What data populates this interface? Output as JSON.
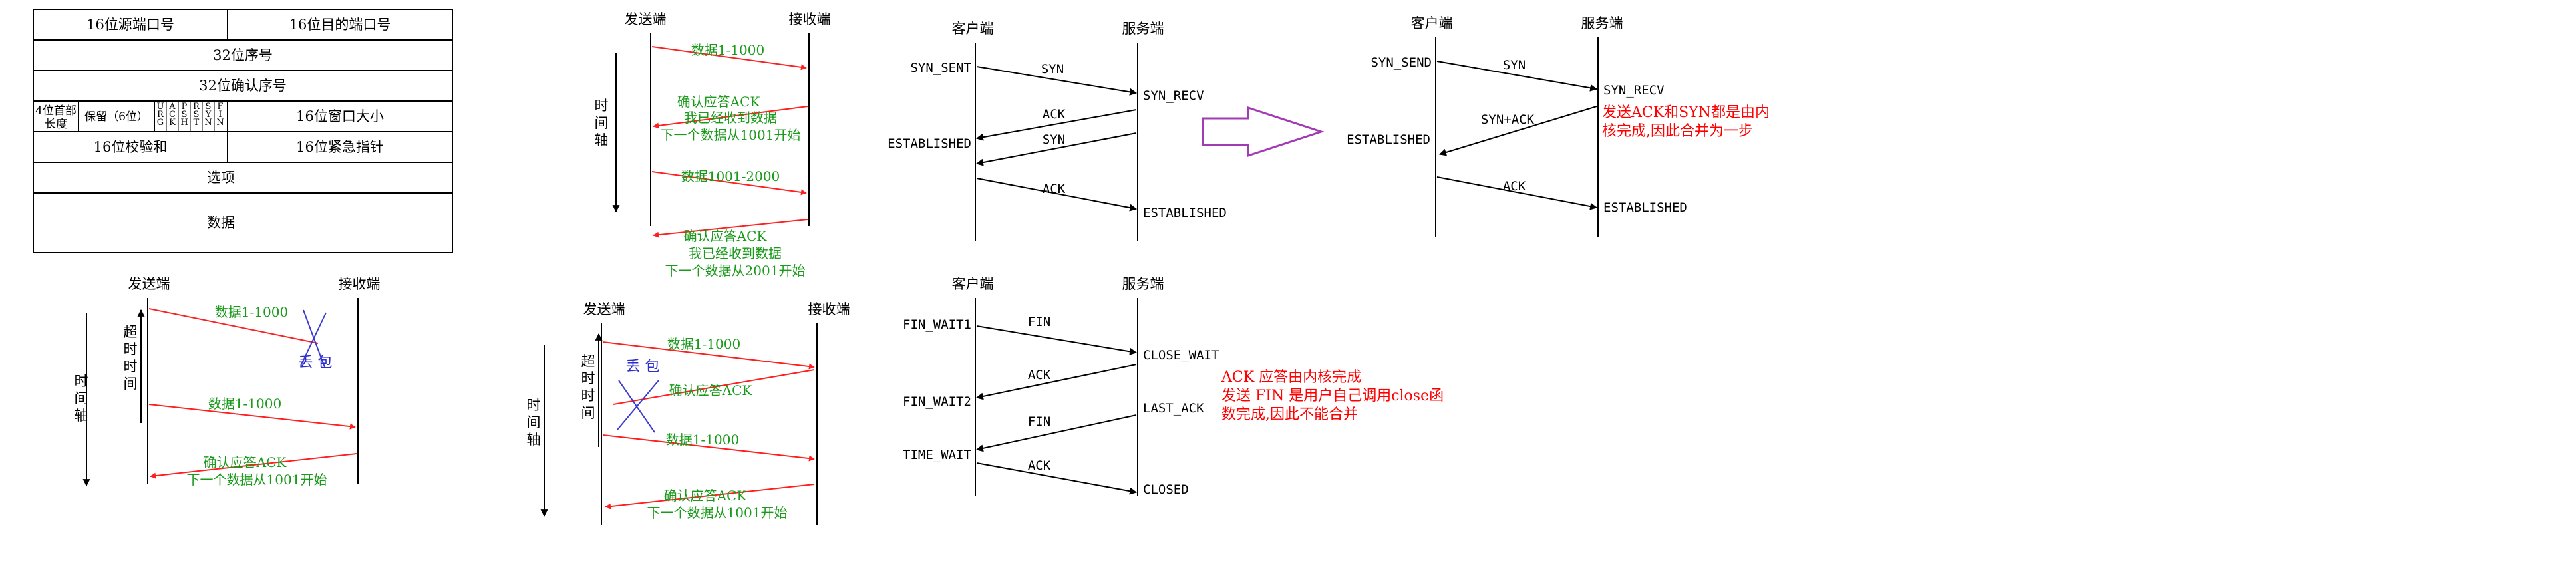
{
  "colors": {
    "black": "#000000",
    "red_arrow": "#ff1f1f",
    "green_text": "#1a9a1a",
    "red_text": "#ff0000",
    "blue_x": "#3a3ad0",
    "purple_arrow": "#a23cb4"
  },
  "tcp_header": {
    "row1": {
      "src_port": "16位源端口号",
      "dst_port": "16位目的端口号"
    },
    "seq": "32位序号",
    "ack": "32位确认序号",
    "row4": {
      "header_len_line1": "4位首部",
      "header_len_line2": "长度",
      "reserved": "保留（6位）",
      "flags": [
        "URG",
        "ACK",
        "PSH",
        "RST",
        "SYN",
        "FIN"
      ],
      "window": "16位窗口大小"
    },
    "row5": {
      "checksum": "16位校验和",
      "urgent": "16位紧急指针"
    },
    "options": "选项",
    "data": "数据"
  },
  "ack_diagram": {
    "sender": "发送端",
    "receiver": "接收端",
    "axis": [
      "时",
      "间",
      "轴"
    ],
    "msg1": "数据1-1000",
    "ack1_line1": "确认应答ACK",
    "ack1_line2": "我已经收到数据",
    "ack1_line3": "下一个数据从1001开始",
    "msg2": "数据1001-2000",
    "ack2_line1": "确认应答ACK",
    "ack2_line2": "我已经收到数据",
    "ack2_line3": "下一个数据从2001开始"
  },
  "handshake": {
    "client": "客户端",
    "server": "服务端",
    "syn_sent": "SYN_SENT",
    "syn_recv": "SYN_RECV",
    "established_client": "ESTABLISHED",
    "established_server": "ESTABLISHED",
    "syn": "SYN",
    "ack": "ACK",
    "syn2": "SYN",
    "ack2": "ACK"
  },
  "handshake_merged": {
    "client": "客户端",
    "server": "服务端",
    "syn_send": "SYN_SEND",
    "syn_recv": "SYN_RECV",
    "established_client": "ESTABLISHED",
    "established_server": "ESTABLISHED",
    "syn": "SYN",
    "syn_ack": "SYN+ACK",
    "ack": "ACK",
    "note_line1": "发送ACK和SYN都是由内",
    "note_line2": "核完成,因此合并为一步"
  },
  "loss1": {
    "sender": "发送端",
    "receiver": "接收端",
    "timeout": [
      "超",
      "时",
      "时",
      "间"
    ],
    "axis": [
      "时",
      "间",
      "轴"
    ],
    "msg1": "数据1-1000",
    "lost": "丢 包",
    "msg2": "数据1-1000",
    "ack_line1": "确认应答ACK",
    "ack_line2": "下一个数据从1001开始"
  },
  "loss2": {
    "sender": "发送端",
    "receiver": "接收端",
    "timeout": [
      "超",
      "时",
      "时",
      "间"
    ],
    "axis": [
      "时",
      "间",
      "轴"
    ],
    "msg1": "数据1-1000",
    "lost": "丢 包",
    "ack_lost": "确认应答ACK",
    "msg2": "数据1-1000",
    "ack_line1": "确认应答ACK",
    "ack_line2": "下一个数据从1001开始"
  },
  "teardown": {
    "client": "客户端",
    "server": "服务端",
    "fin_wait1": "FIN_WAIT1",
    "close_wait": "CLOSE_WAIT",
    "fin_wait2": "FIN_WAIT2",
    "last_ack": "LAST_ACK",
    "time_wait": "TIME_WAIT",
    "closed": "CLOSED",
    "fin1": "FIN",
    "ack1": "ACK",
    "fin2": "FIN",
    "ack2": "ACK",
    "note_line1": "ACK 应答由内核完成",
    "note_line2": "发送 FIN 是用户自己调用close函",
    "note_line3": "数完成,因此不能合并"
  }
}
